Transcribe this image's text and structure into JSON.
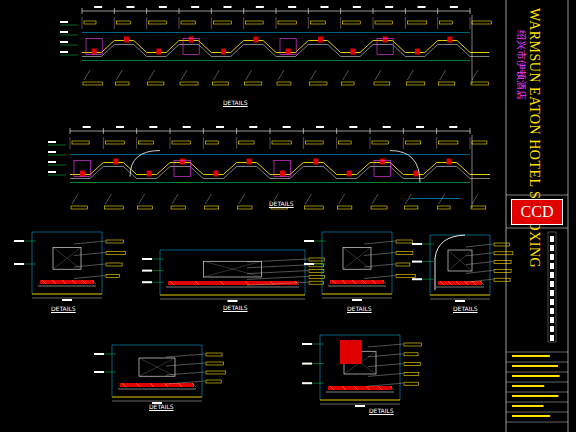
{
  "diagram": {
    "nodes": [
      {
        "text": [
          "CCD"
        ]
      }
    ],
    "labels": [
      "DETAILS",
      "DETAILS",
      "DETAILS",
      "DETAILS",
      "DETAILS",
      "DETAILS",
      "DETAILS",
      "DETAILS",
      "WARMSUN EATON HOTEL SHAOXING",
      "绍兴市伊顿酒店"
    ]
  }
}
